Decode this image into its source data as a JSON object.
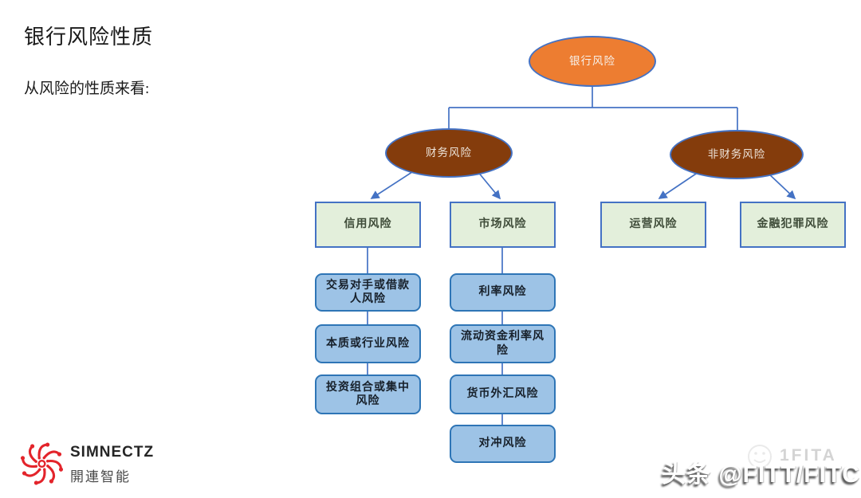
{
  "slide": {
    "title": "银行风险性质",
    "subtitle": "从风险的性质来看:"
  },
  "diagram": {
    "root": {
      "label": "银行风险"
    },
    "branches": [
      {
        "label": "财务风险"
      },
      {
        "label": "非财务风险"
      }
    ],
    "categories": [
      {
        "label": "信用风险"
      },
      {
        "label": "市场风险"
      },
      {
        "label": "运营风险"
      },
      {
        "label": "金融犯罪风险"
      }
    ],
    "credit_children": [
      {
        "label": "交易对手或借款人风险"
      },
      {
        "label": "本质或行业风险"
      },
      {
        "label": "投资组合或集中风险"
      }
    ],
    "market_children": [
      {
        "label": "利率风险"
      },
      {
        "label": "流动资金利率风险"
      },
      {
        "label": "货币外汇风险"
      },
      {
        "label": "对冲风险"
      }
    ]
  },
  "branding": {
    "logo_name": "SIMNECTZ",
    "logo_cjk": "開連智能"
  },
  "watermark": {
    "main": "头条 @FITT/FITC",
    "faint_text": "1FITA"
  },
  "colors": {
    "root_fill": "#ED7D31",
    "branch_fill": "#843C0C",
    "category_fill": "#E3EFDB",
    "category_border": "#4472C4",
    "child_fill": "#9DC3E6",
    "child_border": "#2E75B6",
    "connector": "#4472C4",
    "logo_red": "#E3242B"
  }
}
